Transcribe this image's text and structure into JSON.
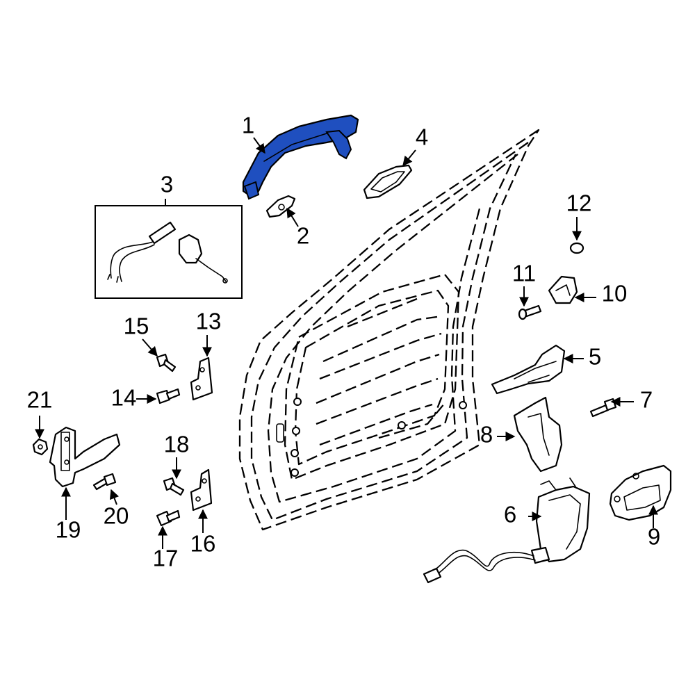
{
  "diagram": {
    "highlight_color": "#1f4fbf",
    "line_color": "#000000",
    "callouts": [
      {
        "id": "1",
        "label": "1",
        "highlighted": true
      },
      {
        "id": "2",
        "label": "2"
      },
      {
        "id": "3",
        "label": "3"
      },
      {
        "id": "4",
        "label": "4"
      },
      {
        "id": "5",
        "label": "5"
      },
      {
        "id": "6",
        "label": "6"
      },
      {
        "id": "7",
        "label": "7"
      },
      {
        "id": "8",
        "label": "8"
      },
      {
        "id": "9",
        "label": "9"
      },
      {
        "id": "10",
        "label": "10"
      },
      {
        "id": "11",
        "label": "11"
      },
      {
        "id": "12",
        "label": "12"
      },
      {
        "id": "13",
        "label": "13"
      },
      {
        "id": "14",
        "label": "14"
      },
      {
        "id": "15",
        "label": "15"
      },
      {
        "id": "16",
        "label": "16"
      },
      {
        "id": "17",
        "label": "17"
      },
      {
        "id": "18",
        "label": "18"
      },
      {
        "id": "19",
        "label": "19"
      },
      {
        "id": "20",
        "label": "20"
      },
      {
        "id": "21",
        "label": "21"
      }
    ]
  }
}
